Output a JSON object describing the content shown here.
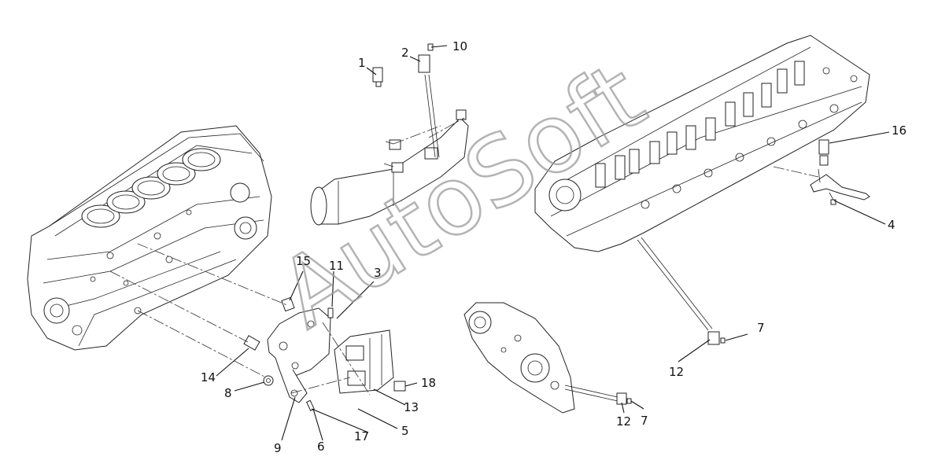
{
  "watermark": "AutoSoft",
  "callouts": {
    "c1": "1",
    "c2": "2",
    "c3": "3",
    "c4": "4",
    "c5": "5",
    "c6": "6",
    "c7a": "7",
    "c7b": "7",
    "c8": "8",
    "c9": "9",
    "c10": "10",
    "c11": "11",
    "c12a": "12",
    "c12b": "12",
    "c13": "13",
    "c14": "14",
    "c15": "15",
    "c16": "16",
    "c17": "17",
    "c18": "18"
  }
}
